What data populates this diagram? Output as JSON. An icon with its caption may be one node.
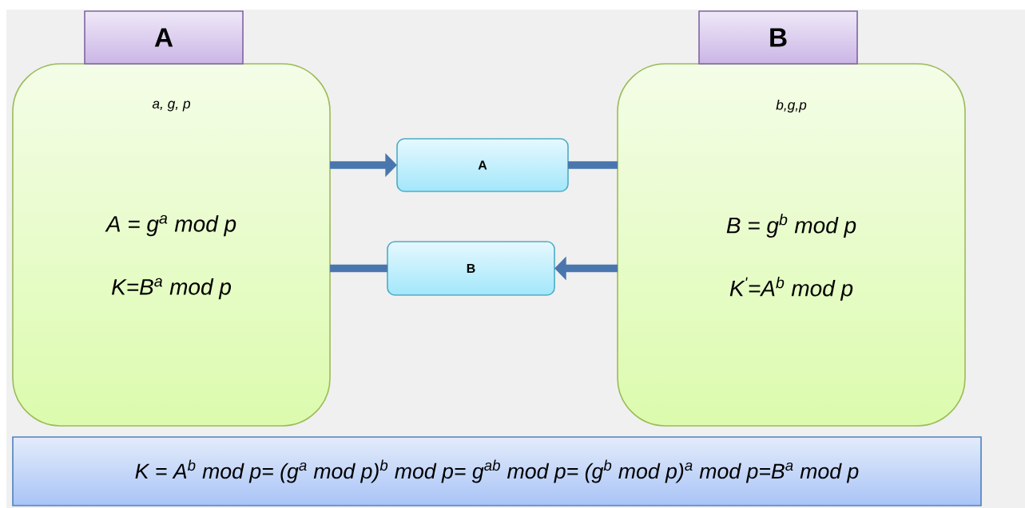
{
  "diagram": {
    "nodes": [
      {
        "text": [
          "A"
        ]
      },
      {
        "text": [
          "a, g, p",
          "A = g$^{a}$ mod p",
          "K=B$^{a}$ mod p"
        ]
      },
      {
        "text": [
          "B"
        ]
      },
      {
        "text": [
          "b,g,p",
          "B = g$^{b}$ mod p",
          "K$^{'}$=A$^{b}$ mod p"
        ]
      },
      {
        "text": [
          "A"
        ]
      },
      {
        "text": [
          "B"
        ]
      },
      {
        "text": [
          "K = A$^{b}$ mod p= (g$^{a}$ mod p)$^{b}$ mod p= g$^{ab}$ mod p= (g$^{b}$ mod p)$^{a}$ mod p=B$^{a}$ mod p"
        ]
      }
    ],
    "edges": [
      {
        "from": 1,
        "to": 4,
        "arrow": "to"
      },
      {
        "from": 4,
        "to": 3,
        "arrow": "none"
      },
      {
        "from": 5,
        "to": 1,
        "arrow": "none"
      },
      {
        "from": 3,
        "to": 5,
        "arrow": "to"
      }
    ]
  }
}
